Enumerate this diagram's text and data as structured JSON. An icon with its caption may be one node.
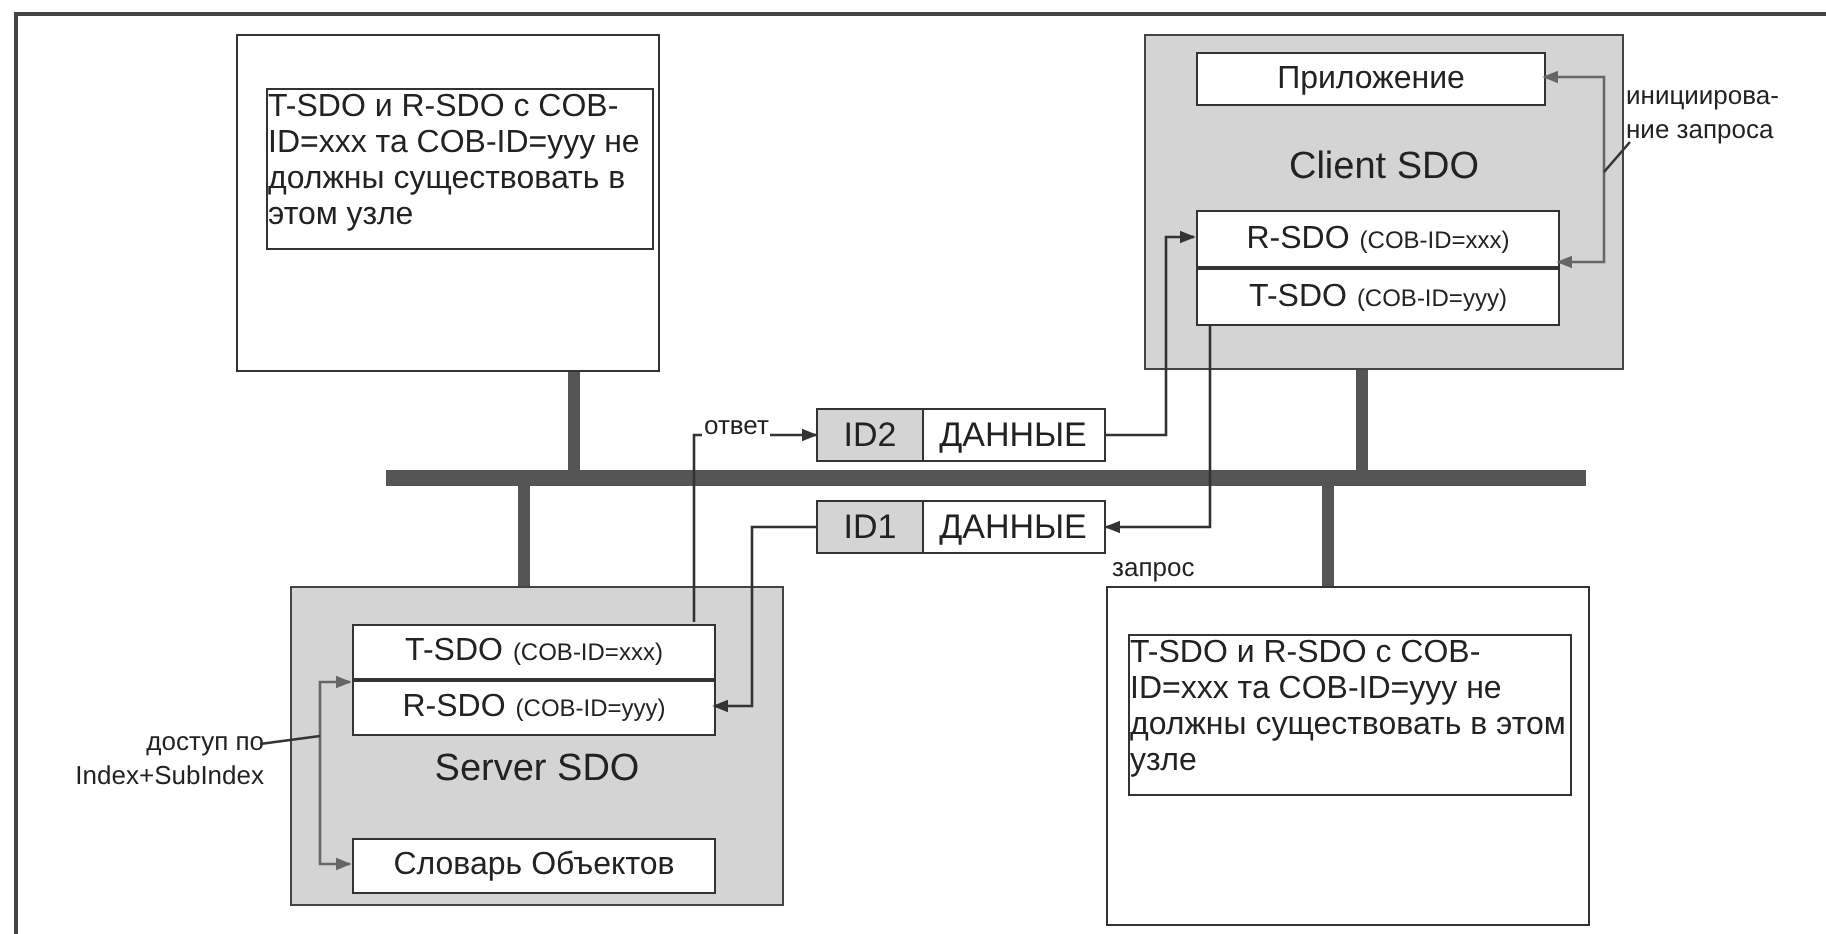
{
  "diagram": {
    "nodes": [
      {
        "text": [],
        "shape": "box"
      },
      {
        "text": [
          "T-SDO и R-SDO с COB-ID=xxx та COB-ID=yyy не должны существовать в этом узле"
        ],
        "in": 0
      },
      {
        "text": [
          "Client SDO"
        ]
      },
      {
        "text": [
          "Приложение"
        ],
        "in": 2
      },
      {
        "text": [
          "R-SDO",
          "(COB-ID=xxx)"
        ],
        "in": 2
      },
      {
        "text": [
          "T-SDO",
          "(COB-ID=yyy)"
        ],
        "in": 2
      },
      {
        "text": [],
        "shape": "bar"
      },
      {
        "text": [
          "ID2",
          "ДАННЫЕ"
        ]
      },
      {
        "text": [
          "ID1",
          "ДАННЫЕ"
        ]
      },
      {
        "text": [
          "Server SDO"
        ]
      },
      {
        "text": [
          "T-SDO",
          "(COB-ID=xxx)"
        ],
        "in": 9
      },
      {
        "text": [
          "R-SDO",
          "(COB-ID=yyy)"
        ],
        "in": 9
      },
      {
        "text": [
          "Словарь Объектов"
        ],
        "in": 9
      },
      {
        "text": [],
        "shape": "box"
      },
      {
        "text": [
          "T-SDO и R-SDO с COB-ID=xxx та COB-ID=yyy не должны существовать в этом узле"
        ],
        "in": 13
      },
      {
        "text": [
          "инициирова- ние запроса"
        ]
      },
      {
        "text": [
          "доступ по Index+SubIndex"
        ]
      }
    ],
    "edges": [
      {
        "from": 0,
        "to": 6,
        "arrow": "none",
        "style": "thick",
        "color": "#555555"
      },
      {
        "from": 2,
        "to": 6,
        "arrow": "none",
        "style": "thick",
        "color": "#555555"
      },
      {
        "from": 9,
        "to": 6,
        "arrow": "none",
        "style": "thick",
        "color": "#555555"
      },
      {
        "from": 13,
        "to": 6,
        "arrow": "none",
        "style": "thick",
        "color": "#555555"
      },
      {
        "from": 10,
        "to": 7,
        "arrow": "to",
        "label": "ответ"
      },
      {
        "from": 7,
        "to": 4,
        "arrow": "to"
      },
      {
        "from": 5,
        "to": 8,
        "arrow": "to",
        "label": "запрос"
      },
      {
        "from": 8,
        "to": 11,
        "arrow": "to"
      },
      {
        "from": 3,
        "to": 4,
        "arrow": "both",
        "color": "#666666"
      },
      {
        "from": 11,
        "to": 12,
        "arrow": "both",
        "color": "#666666"
      },
      {
        "from": 15,
        "to": null,
        "arrow": "none"
      },
      {
        "from": 16,
        "to": null,
        "arrow": "none"
      }
    ]
  }
}
